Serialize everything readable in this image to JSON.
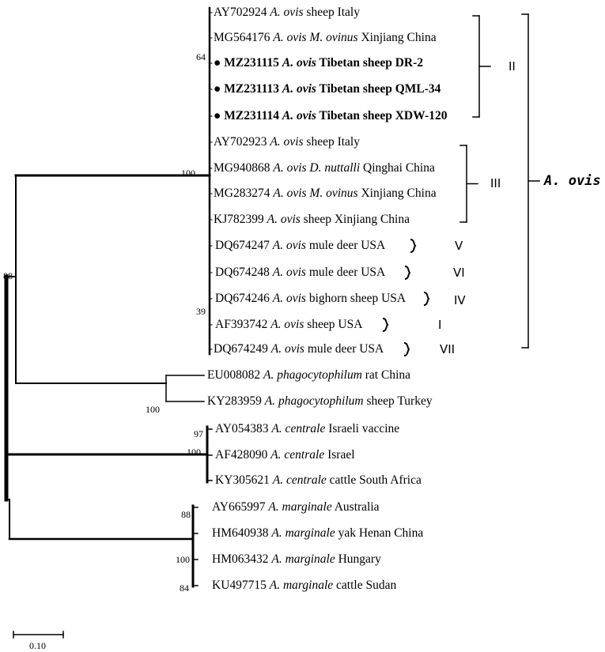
{
  "taxa": [
    {
      "accession": "AY702924",
      "species": "A. ovis",
      "host": "sheep Italy",
      "bold": false,
      "marker": false
    },
    {
      "accession": "MG564176",
      "species": "A. ovis M. ovinus",
      "host": "Xinjiang China",
      "bold": false,
      "marker": false
    },
    {
      "accession": "MZ231115",
      "species": "A. ovis",
      "host": "Tibetan sheep DR-2",
      "bold": true,
      "marker": true
    },
    {
      "accession": "MZ231113",
      "species": "A. ovis",
      "host": "Tibetan sheep QML-34",
      "bold": true,
      "marker": true
    },
    {
      "accession": "MZ231114",
      "species": "A. ovis",
      "host": "Tibetan sheep XDW-120",
      "bold": true,
      "marker": true
    },
    {
      "accession": "AY702923",
      "species": "A. ovis",
      "host": "sheep Italy",
      "bold": false,
      "marker": false
    },
    {
      "accession": "MG940868",
      "species": "A. ovis D. nuttalli",
      "host": "Qinghai China",
      "bold": false,
      "marker": false
    },
    {
      "accession": "MG283274",
      "species": "A. ovis M. ovinus",
      "host": "Xinjiang China",
      "bold": false,
      "marker": false
    },
    {
      "accession": "KJ782399",
      "species": "A. ovis",
      "host": "sheep Xinjiang China",
      "bold": false,
      "marker": false
    },
    {
      "accession": "DQ674247",
      "species": "A. ovis",
      "host": "mule deer USA",
      "bold": false,
      "marker": false
    },
    {
      "accession": "DQ674248",
      "species": "A. ovis",
      "host": "mule deer USA",
      "bold": false,
      "marker": false
    },
    {
      "accession": "DQ674246",
      "species": "A. ovis",
      "host": "bighorn sheep USA",
      "bold": false,
      "marker": false
    },
    {
      "accession": "AF393742",
      "species": "A. ovis",
      "host": "sheep USA",
      "bold": false,
      "marker": false
    },
    {
      "accession": "DQ674249",
      "species": "A. ovis",
      "host": "mule deer USA",
      "bold": false,
      "marker": false
    },
    {
      "accession": "EU008082",
      "species": "A. phagocytophilum",
      "host": "rat China",
      "bold": false,
      "marker": false
    },
    {
      "accession": "KY283959",
      "species": "A. phagocytophilum",
      "host": "sheep Turkey",
      "bold": false,
      "marker": false
    },
    {
      "accession": "AY054383",
      "species": "A. centrale",
      "host": "Israeli vaccine",
      "bold": false,
      "marker": false
    },
    {
      "accession": "AF428090",
      "species": "A. centrale",
      "host": "Israel",
      "bold": false,
      "marker": false
    },
    {
      "accession": "KY305621",
      "species": "A. centrale",
      "host": "cattle South Africa",
      "bold": false,
      "marker": false
    },
    {
      "accession": "AY665997",
      "species": "A. marginale",
      "host": "Australia",
      "bold": false,
      "marker": false
    },
    {
      "accession": "HM640938",
      "species": "A. marginale",
      "host": "yak Henan China",
      "bold": false,
      "marker": false
    },
    {
      "accession": "HM063432",
      "species": "A. marginale",
      "host": "Hungary",
      "bold": false,
      "marker": false
    },
    {
      "accession": "KU497715",
      "species": "A. marginale",
      "host": "cattle Sudan",
      "bold": false,
      "marker": false
    }
  ],
  "bootstrap_values": [
    "64",
    "100",
    "39",
    "88",
    "100",
    "97",
    "100",
    "88",
    "100",
    "84"
  ],
  "genotypes": [
    "II",
    "III",
    "V",
    "VI",
    "IV",
    "I",
    "VII"
  ],
  "species_group": "A. ovis",
  "marker_symbol": "●",
  "scale_bar": {
    "label": "0.10",
    "value": 0.1
  }
}
